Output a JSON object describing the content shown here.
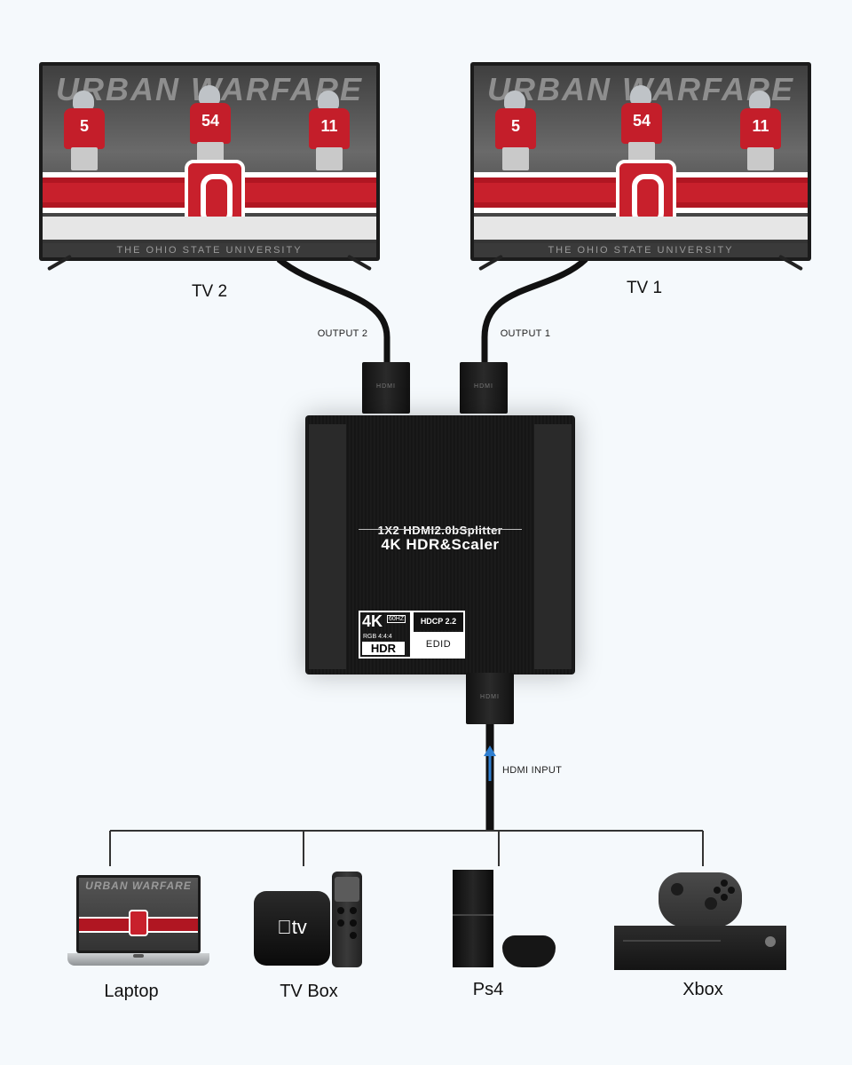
{
  "tvs": {
    "tv1": {
      "label": "TV 1"
    },
    "tv2": {
      "label": "TV 2"
    },
    "screen": {
      "title": "URBAN WARFARE",
      "footer": "THE OHIO STATE UNIVERSITY",
      "badge_letter": "O",
      "players": [
        "5",
        "54",
        "11"
      ]
    }
  },
  "ports": {
    "output1": "OUTPUT 1",
    "output2": "OUTPUT 2",
    "input": "HDMI INPUT",
    "plug_text": "HDMI"
  },
  "splitter": {
    "line1": "1X2 HDMI2.0bSplitter",
    "line2": "4K HDR&Scaler",
    "badge_4k": {
      "k": "4K",
      "hz": "60HZ",
      "rgb": "RGB 4:4:4",
      "hdr": "HDR"
    },
    "badge_hdcp": {
      "top": "HDCP 2.2",
      "bottom": "EDID"
    }
  },
  "devices": {
    "laptop": {
      "label": "Laptop"
    },
    "tvbox": {
      "label": "TV Box",
      "brand": "tv"
    },
    "ps4": {
      "label": "Ps4"
    },
    "xbox": {
      "label": "Xbox"
    }
  },
  "colors": {
    "background": "#f5f9fc",
    "cable": "#111111",
    "arrow": "#2f7fd0",
    "osu_red": "#c8202c"
  }
}
